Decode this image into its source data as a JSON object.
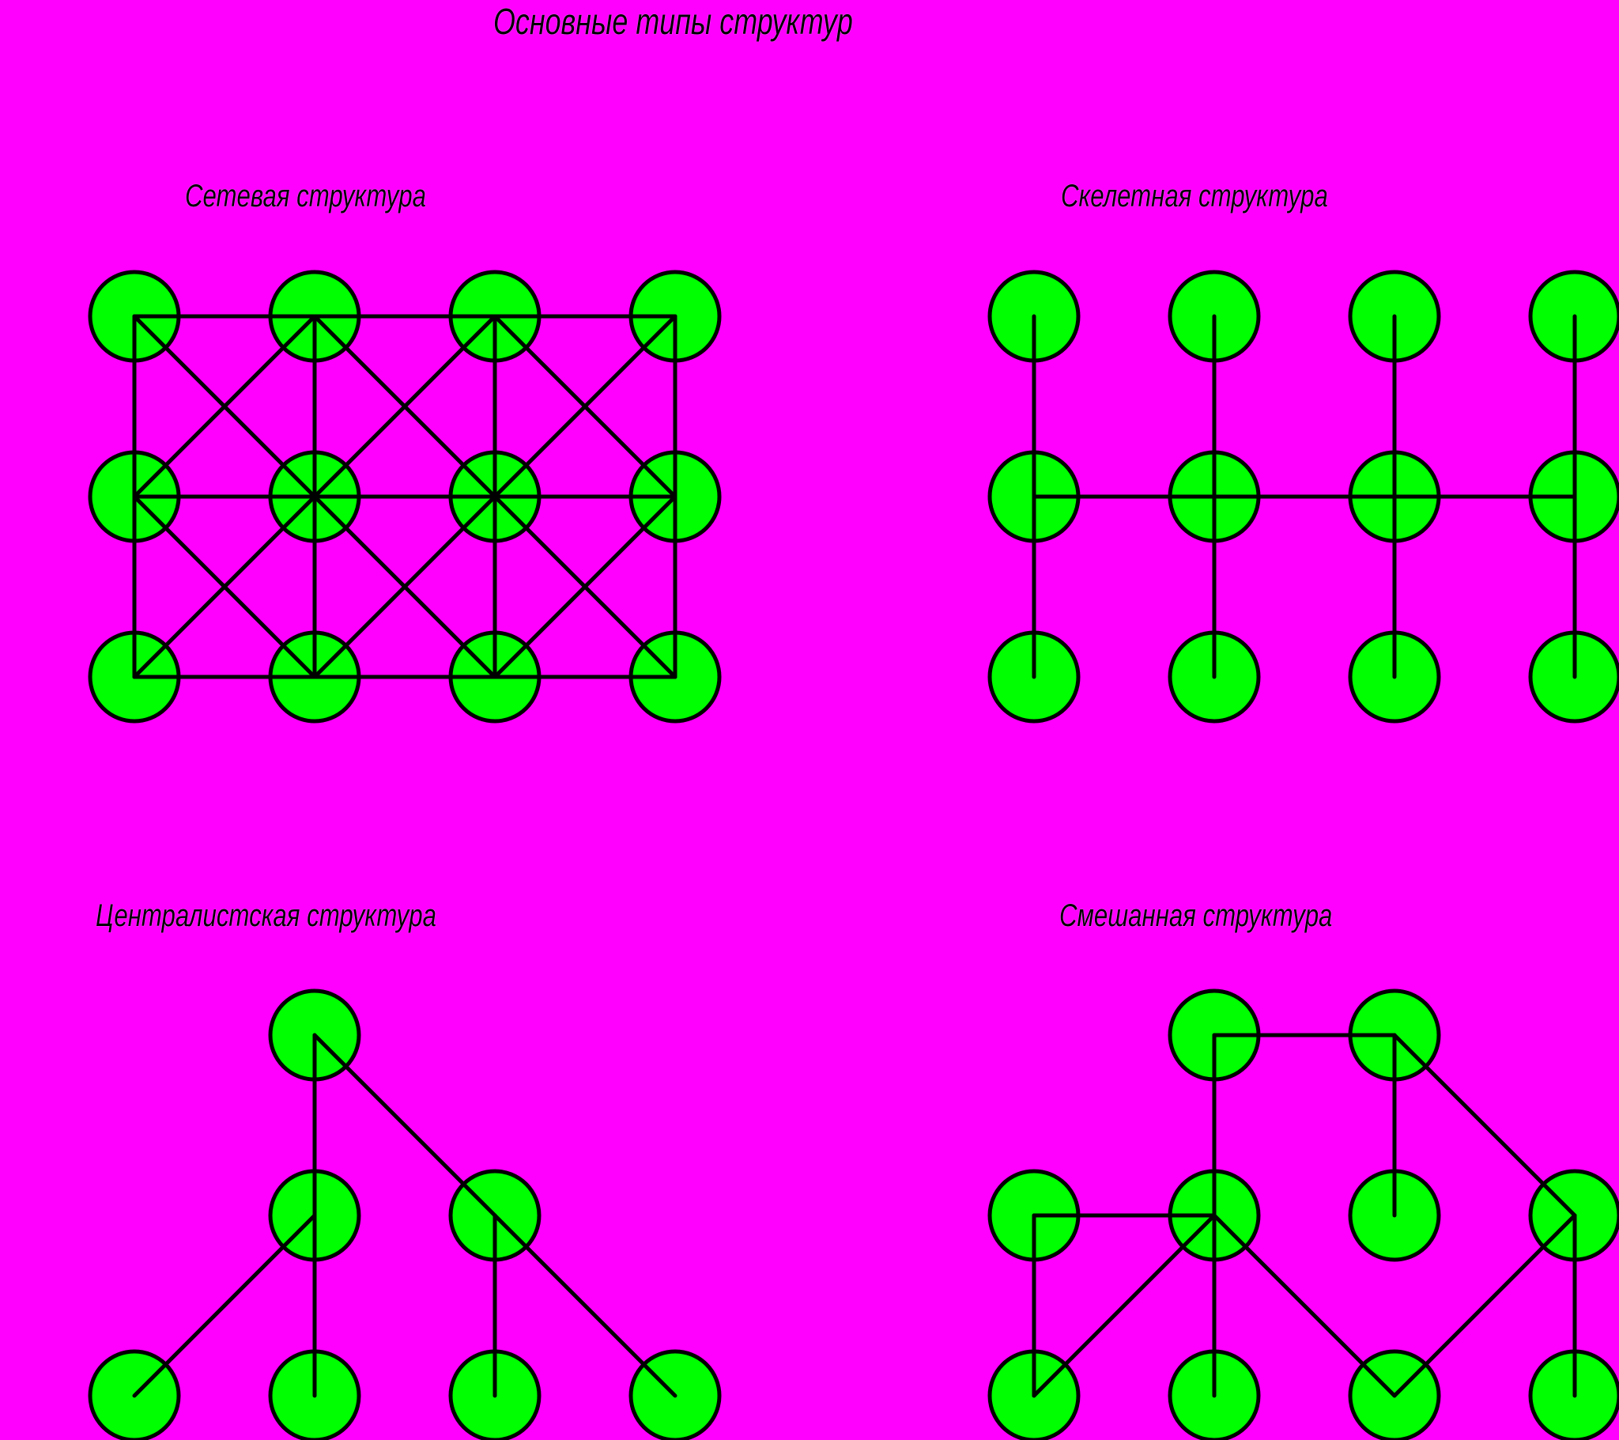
{
  "page": {
    "title": "Основные типы структур",
    "background_color": "#ff00ff",
    "node_color": "#00ff00",
    "line_color": "#000000"
  },
  "diagrams": [
    {
      "id": "network",
      "title": "Сетевая структура",
      "nodes": [
        {
          "id": "n00",
          "col": 0,
          "row": 0
        },
        {
          "id": "n10",
          "col": 1,
          "row": 0
        },
        {
          "id": "n20",
          "col": 2,
          "row": 0
        },
        {
          "id": "n30",
          "col": 3,
          "row": 0
        },
        {
          "id": "n01",
          "col": 0,
          "row": 1
        },
        {
          "id": "n11",
          "col": 1,
          "row": 1
        },
        {
          "id": "n21",
          "col": 2,
          "row": 1
        },
        {
          "id": "n31",
          "col": 3,
          "row": 1
        },
        {
          "id": "n02",
          "col": 0,
          "row": 2
        },
        {
          "id": "n12",
          "col": 1,
          "row": 2
        },
        {
          "id": "n22",
          "col": 2,
          "row": 2
        },
        {
          "id": "n32",
          "col": 3,
          "row": 2
        }
      ],
      "edges": [
        [
          "n00",
          "n10"
        ],
        [
          "n10",
          "n20"
        ],
        [
          "n20",
          "n30"
        ],
        [
          "n01",
          "n11"
        ],
        [
          "n11",
          "n21"
        ],
        [
          "n21",
          "n31"
        ],
        [
          "n02",
          "n12"
        ],
        [
          "n12",
          "n22"
        ],
        [
          "n22",
          "n32"
        ],
        [
          "n00",
          "n01"
        ],
        [
          "n01",
          "n02"
        ],
        [
          "n10",
          "n11"
        ],
        [
          "n11",
          "n12"
        ],
        [
          "n20",
          "n21"
        ],
        [
          "n21",
          "n22"
        ],
        [
          "n30",
          "n31"
        ],
        [
          "n31",
          "n32"
        ],
        [
          "n00",
          "n11"
        ],
        [
          "n11",
          "n22"
        ],
        [
          "n10",
          "n21"
        ],
        [
          "n21",
          "n32"
        ],
        [
          "n20",
          "n31"
        ],
        [
          "n10",
          "n01"
        ],
        [
          "n20",
          "n11"
        ],
        [
          "n11",
          "n02"
        ],
        [
          "n30",
          "n21"
        ],
        [
          "n21",
          "n12"
        ],
        [
          "n31",
          "n22"
        ],
        [
          "n01",
          "n12"
        ]
      ]
    },
    {
      "id": "skeletal",
      "title": "Скелетная структура",
      "nodes": [
        {
          "id": "n00",
          "col": 0,
          "row": 0
        },
        {
          "id": "n10",
          "col": 1,
          "row": 0
        },
        {
          "id": "n20",
          "col": 2,
          "row": 0
        },
        {
          "id": "n30",
          "col": 3,
          "row": 0
        },
        {
          "id": "n01",
          "col": 0,
          "row": 1
        },
        {
          "id": "n11",
          "col": 1,
          "row": 1
        },
        {
          "id": "n21",
          "col": 2,
          "row": 1
        },
        {
          "id": "n31",
          "col": 3,
          "row": 1
        },
        {
          "id": "n02",
          "col": 0,
          "row": 2
        },
        {
          "id": "n12",
          "col": 1,
          "row": 2
        },
        {
          "id": "n22",
          "col": 2,
          "row": 2
        },
        {
          "id": "n32",
          "col": 3,
          "row": 2
        }
      ],
      "edges": [
        [
          "n00",
          "n01"
        ],
        [
          "n01",
          "n02"
        ],
        [
          "n10",
          "n11"
        ],
        [
          "n11",
          "n12"
        ],
        [
          "n20",
          "n21"
        ],
        [
          "n21",
          "n22"
        ],
        [
          "n30",
          "n31"
        ],
        [
          "n31",
          "n32"
        ],
        [
          "n01",
          "n11"
        ],
        [
          "n11",
          "n21"
        ],
        [
          "n21",
          "n31"
        ]
      ]
    },
    {
      "id": "centralist",
      "title": "Централистская структура",
      "nodes": [
        {
          "id": "n10",
          "col": 1,
          "row": 0
        },
        {
          "id": "n11",
          "col": 1,
          "row": 1
        },
        {
          "id": "n21",
          "col": 2,
          "row": 1
        },
        {
          "id": "n02",
          "col": 0,
          "row": 2
        },
        {
          "id": "n12",
          "col": 1,
          "row": 2
        },
        {
          "id": "n22",
          "col": 2,
          "row": 2
        },
        {
          "id": "n32",
          "col": 3,
          "row": 2
        }
      ],
      "edges": [
        [
          "n10",
          "n11"
        ],
        [
          "n10",
          "n21"
        ],
        [
          "n11",
          "n02"
        ],
        [
          "n11",
          "n12"
        ],
        [
          "n21",
          "n22"
        ],
        [
          "n21",
          "n32"
        ]
      ]
    },
    {
      "id": "mixed",
      "title": "Смешанная структура",
      "nodes": [
        {
          "id": "n10",
          "col": 1,
          "row": 0
        },
        {
          "id": "n20",
          "col": 2,
          "row": 0
        },
        {
          "id": "n01",
          "col": 0,
          "row": 1
        },
        {
          "id": "n11",
          "col": 1,
          "row": 1
        },
        {
          "id": "n21",
          "col": 2,
          "row": 1
        },
        {
          "id": "n31",
          "col": 3,
          "row": 1
        },
        {
          "id": "n02",
          "col": 0,
          "row": 2
        },
        {
          "id": "n12",
          "col": 1,
          "row": 2
        },
        {
          "id": "n22",
          "col": 2,
          "row": 2
        },
        {
          "id": "n32",
          "col": 3,
          "row": 2
        }
      ],
      "edges": [
        [
          "n10",
          "n20"
        ],
        [
          "n10",
          "n11"
        ],
        [
          "n20",
          "n21"
        ],
        [
          "n20",
          "n31"
        ],
        [
          "n01",
          "n11"
        ],
        [
          "n01",
          "n02"
        ],
        [
          "n11",
          "n02"
        ],
        [
          "n11",
          "n12"
        ],
        [
          "n11",
          "n22"
        ],
        [
          "n31",
          "n22"
        ],
        [
          "n31",
          "n32"
        ]
      ]
    }
  ]
}
